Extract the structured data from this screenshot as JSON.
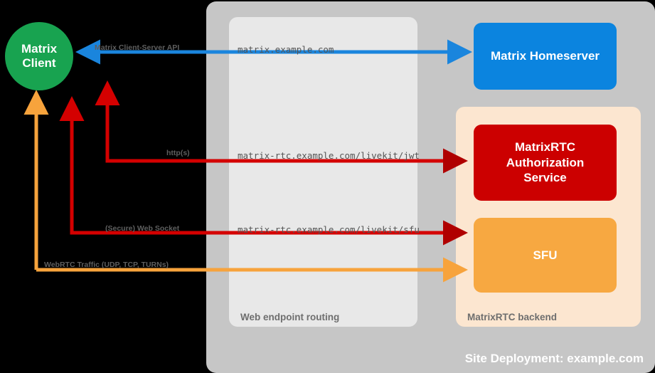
{
  "site": {
    "deployment_label": "Site Deployment: example.com",
    "background_color": "#c6c6c6"
  },
  "panels": {
    "web_routing": {
      "label": "Web endpoint routing",
      "background_color": "#e8e8e8"
    },
    "rtc_backend": {
      "label": "MatrixRTC backend",
      "background_color": "#fce6d0"
    }
  },
  "nodes": {
    "client": {
      "label_line1": "Matrix",
      "label_line2": "Client",
      "color": "#18a350",
      "shape": "circle"
    },
    "homeserver": {
      "label": "Matrix Homeserver",
      "color": "#0b84df",
      "shape": "rounded-rect"
    },
    "auth_service": {
      "label_line1": "MatrixRTC",
      "label_line2": "Authorization",
      "label_line3": "Service",
      "color": "#cc0000",
      "shape": "rounded-rect"
    },
    "sfu": {
      "label": "SFU",
      "color": "#f7a841",
      "shape": "rounded-rect"
    }
  },
  "edges": {
    "client_server_api": {
      "protocol_label": "Matrix Client-Server API",
      "endpoint": "matrix.example.com",
      "color": "#1a85dd",
      "direction": "homeserver-to-client"
    },
    "jwt": {
      "protocol_label": "http(s)",
      "endpoint": "matrix-rtc.example.com/livekit/jwt",
      "color": "#d40000",
      "direction": "bidirectional"
    },
    "websocket": {
      "protocol_label": "(Secure) Web Socket",
      "endpoint": "matrix-rtc.example.com/livekit/sfu",
      "color": "#d40000",
      "direction": "bidirectional"
    },
    "webrtc": {
      "protocol_label": "WebRTC Traffic (UDP, TCP, TURNs)",
      "endpoint": "",
      "color": "#f7a33c",
      "direction": "bidirectional"
    }
  }
}
